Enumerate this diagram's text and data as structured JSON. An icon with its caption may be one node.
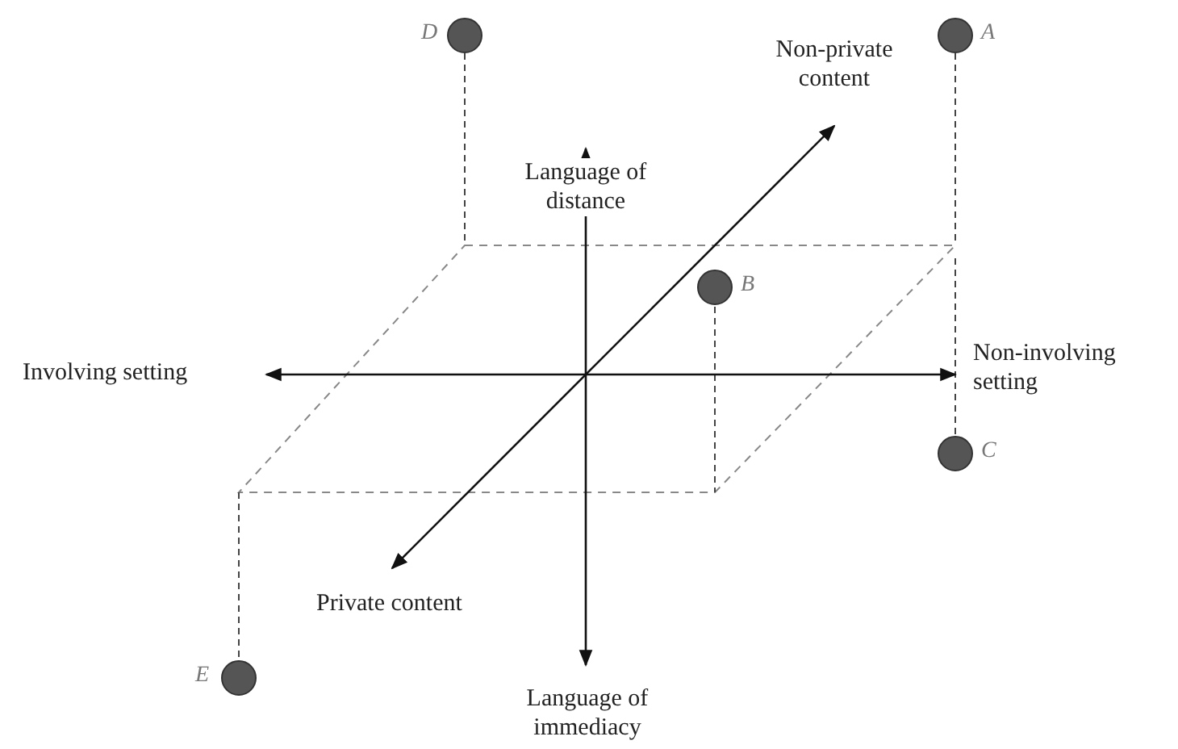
{
  "diagram": {
    "nodes": [
      {
        "text": [],
        "shape": "circle",
        "beside": [
          "D"
        ]
      },
      {
        "text": [],
        "shape": "circle",
        "beside": [
          "A"
        ]
      },
      {
        "text": [],
        "shape": "circle",
        "beside": [
          "B"
        ]
      },
      {
        "text": [],
        "shape": "circle",
        "beside": [
          "C"
        ]
      },
      {
        "text": [],
        "shape": "circle",
        "beside": [
          "E"
        ]
      }
    ],
    "labels": [
      "Language of distance",
      "Non-private content",
      "Involving setting",
      "Non-involving setting",
      "Private content",
      "Language of immediacy"
    ]
  }
}
